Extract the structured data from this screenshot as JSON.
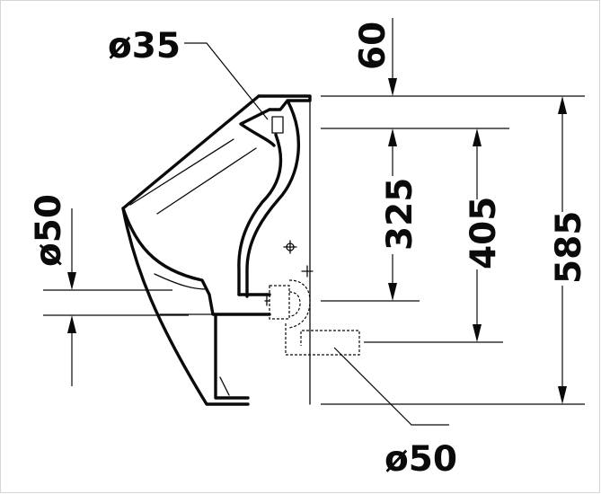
{
  "labels": {
    "pipe_top_diameter": "ø35",
    "top_offset": "60",
    "inner_height": "325",
    "spud_height": "405",
    "total_height": "585",
    "side_inlet_diameter": "ø50",
    "outlet_diameter": "ø50"
  }
}
